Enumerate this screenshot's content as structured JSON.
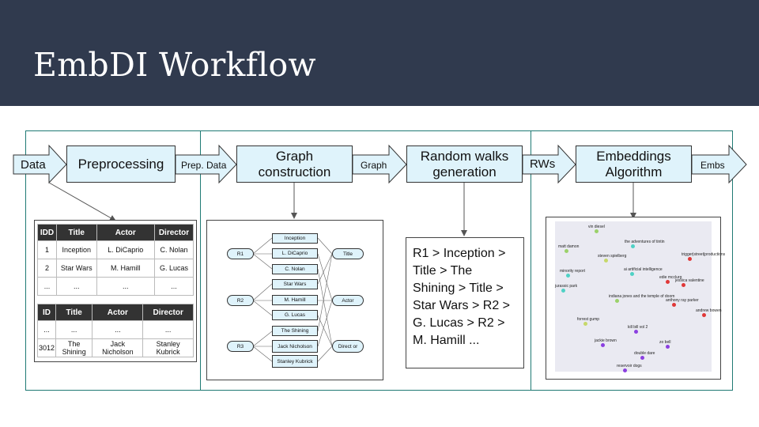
{
  "header": {
    "title": "EmbDI Workflow"
  },
  "pipeline": {
    "data_in": "Data",
    "preprocessing": "Preprocessing",
    "prep_data": "Prep. Data",
    "graph_construction": "Graph construction",
    "graph": "Graph",
    "random_walks": "Random walks generation",
    "rws": "RWs",
    "embeddings": "Embeddings Algorithm",
    "embs": "Embs"
  },
  "table1": {
    "headers": [
      "IDD",
      "Title",
      "Actor",
      "Director"
    ],
    "rows": [
      [
        "1",
        "Inception",
        "L. DiCaprio",
        "C. Nolan"
      ],
      [
        "2",
        "Star Wars",
        "M. Hamill",
        "G. Lucas"
      ],
      [
        "...",
        "...",
        "...",
        "..."
      ]
    ]
  },
  "table2": {
    "headers": [
      "ID",
      "Title",
      "Actor",
      "Director"
    ],
    "rows": [
      [
        "...",
        "...",
        "...",
        "..."
      ],
      [
        "3012",
        "The Shining",
        "Jack Nicholson",
        "Stanley Kubrick"
      ]
    ]
  },
  "graph": {
    "rows": [
      "R1",
      "R2",
      "R3"
    ],
    "values": [
      "Inception",
      "L. DiCaprio",
      "C. Nolan",
      "Star Wars",
      "M. Hamill",
      "G. Lucas",
      "The Shining",
      "Jack Nicholson",
      "Stanley Kubrick"
    ],
    "attributes": [
      "Title",
      "Actor",
      "Direct or"
    ]
  },
  "walks": {
    "text": "R1 > Inception > Title > The Shining > Title > Star Wars > R2 > G. Lucas > R2 > M. Hamill ..."
  },
  "embedding_points": [
    {
      "label": "vin diesel",
      "color": "#9bd16a"
    },
    {
      "label": "the adventures of tintin",
      "color": "#4fd1c5"
    },
    {
      "label": "matt damon",
      "color": "#9bd16a"
    },
    {
      "label": "steven spielberg",
      "color": "#c6d86a"
    },
    {
      "label": "trigger|street|productions",
      "color": "#e03838"
    },
    {
      "label": "ai artificial intelligence",
      "color": "#4fd1c5"
    },
    {
      "label": "minority report",
      "color": "#4fd1c5"
    },
    {
      "label": "edie mcclurg",
      "color": "#e03838"
    },
    {
      "label": "jessica valentine",
      "color": "#e03838"
    },
    {
      "label": "jurassic park",
      "color": "#4fd1c5"
    },
    {
      "label": "indiana jones and the temple of doom",
      "color": "#9bd16a"
    },
    {
      "label": "anthony ray parker",
      "color": "#e03838"
    },
    {
      "label": "andrew bowen",
      "color": "#e03838"
    },
    {
      "label": "forrest gump",
      "color": "#c6d86a"
    },
    {
      "label": "kill bill vol 2",
      "color": "#8b3fe0"
    },
    {
      "label": "jackie brown",
      "color": "#8b3fe0"
    },
    {
      "label": "zo bell",
      "color": "#8b3fe0"
    },
    {
      "label": "double dare",
      "color": "#8b3fe0"
    },
    {
      "label": "reservoir dogs",
      "color": "#8b3fe0"
    }
  ]
}
